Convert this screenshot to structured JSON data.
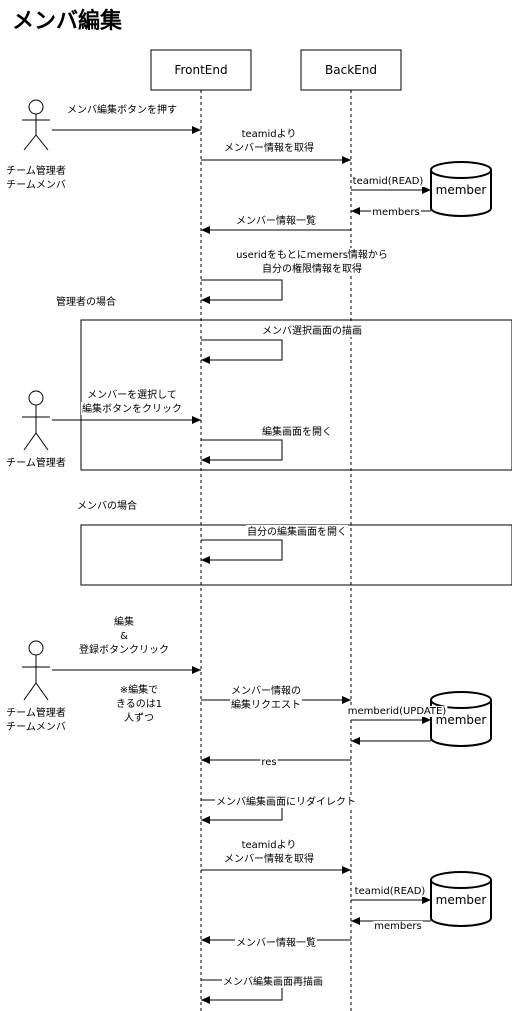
{
  "title": "メンバ編集",
  "participants": {
    "frontend": "FrontEnd",
    "backend": "BackEnd"
  },
  "actors": {
    "a1_line1": "チーム管理者",
    "a1_line2": "チームメンバ",
    "a2_line1": "チーム管理者",
    "a3_line1": "チーム管理者",
    "a3_line2": "チームメンバ"
  },
  "databases": {
    "db1": "member",
    "db2": "member",
    "db3": "member"
  },
  "sections": {
    "admin": "管理者の場合",
    "member": "メンバの場合"
  },
  "messages": {
    "m1": "メンバ編集ボタンを押す",
    "m2_line1": "teamidより",
    "m2_line2": "メンバー情報を取得",
    "m3": "teamid(READ)",
    "m4": "members",
    "m5": "メンバー情報一覧",
    "m6_line1": "useridをもとにmemers情報から",
    "m6_line2": "自分の権限情報を取得",
    "m7": "メンバ選択画面の描画",
    "m8_line1": "メンバーを選択して",
    "m8_line2": "編集ボタンをクリック",
    "m9": "編集画面を開く",
    "m10": "自分の編集画面を開く",
    "m11_line1": "編集",
    "m11_line2": "&",
    "m11_line3": "登録ボタンクリック",
    "note_line1": "※編集で",
    "note_line2": "きるのは1",
    "note_line3": "人ずつ",
    "m12_line1": "メンバー情報の",
    "m12_line2": "編集リクエスト",
    "m13": "memberid(UPDATE)",
    "m14": "res",
    "m15": "メンバ編集画面にリダイレクト",
    "m16_line1": "teamidより",
    "m16_line2": "メンバー情報を取得",
    "m17": "teamid(READ)",
    "m18": "members",
    "m19": "メンバー情報一覧",
    "m20": "メンバ編集画面再描画"
  }
}
